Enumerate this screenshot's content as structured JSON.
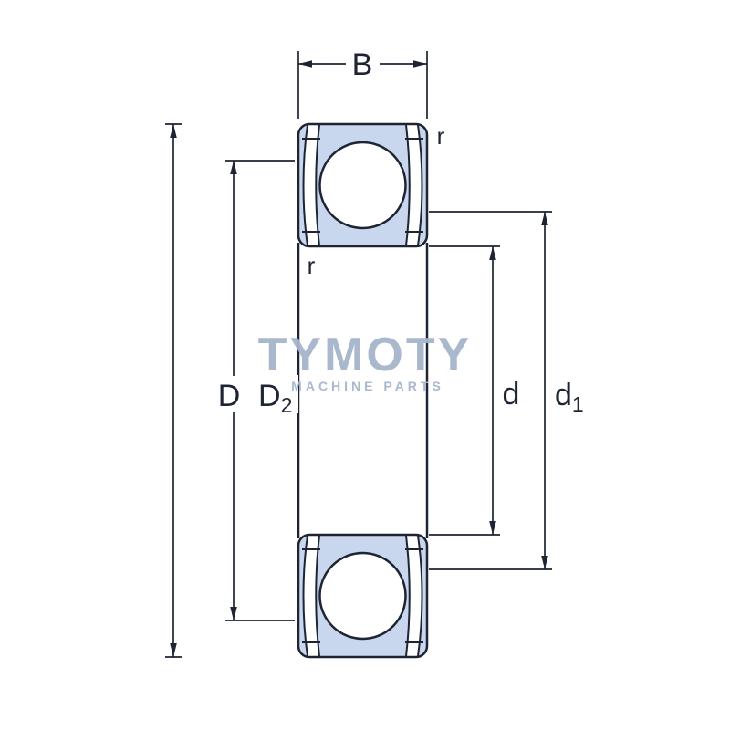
{
  "drawing": {
    "labels": {
      "B": "B",
      "D": "D",
      "D2": {
        "main": "D",
        "sub": "2"
      },
      "d": "d",
      "d1": {
        "main": "d",
        "sub": "1"
      },
      "r_upper": "r",
      "r_lower": "r"
    }
  },
  "watermark": {
    "brand": "TYMOTY",
    "tagline": "MACHINE PARTS"
  },
  "colors": {
    "line": "#1e2433",
    "shield_fill": "#c8d6ee",
    "ball_fill": "#ffffff",
    "background": "#ffffff",
    "watermark": "#a6b5cc"
  }
}
